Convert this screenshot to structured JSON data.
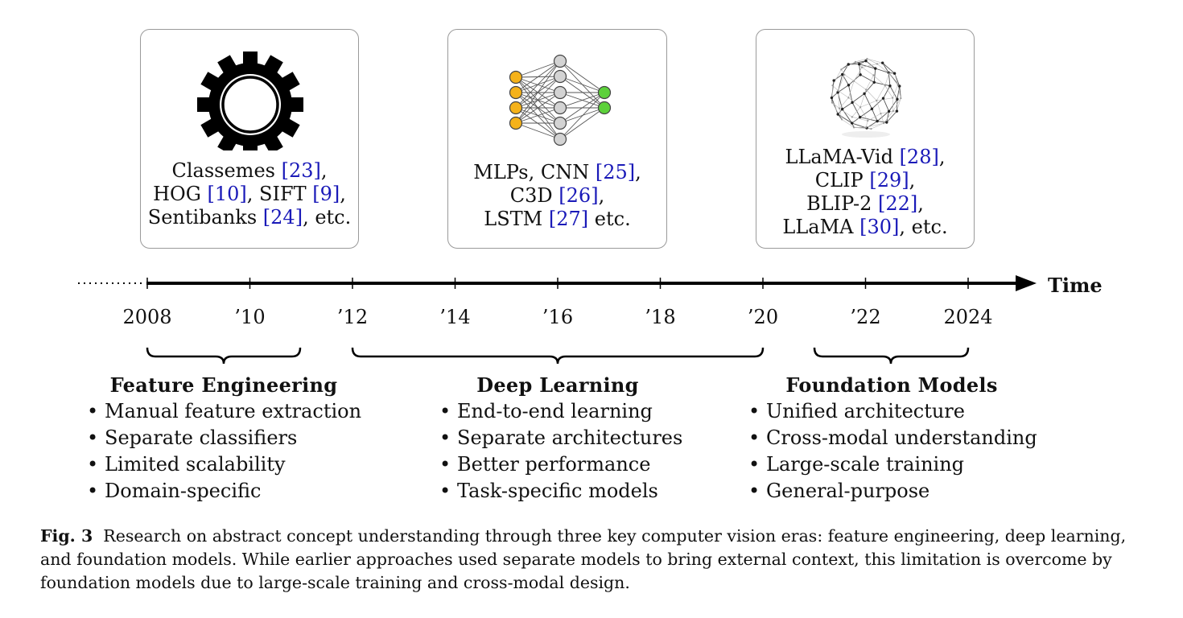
{
  "boxes": [
    {
      "icon": "gear-icon",
      "lines": [
        [
          {
            "t": "Classemes "
          },
          {
            "t": "[23]",
            "ref": true
          },
          {
            "t": ","
          }
        ],
        [
          {
            "t": "HOG "
          },
          {
            "t": "[10]",
            "ref": true
          },
          {
            "t": ", SIFT "
          },
          {
            "t": "[9]",
            "ref": true
          },
          {
            "t": ","
          }
        ],
        [
          {
            "t": "Sentibanks "
          },
          {
            "t": "[24]",
            "ref": true
          },
          {
            "t": ", etc."
          }
        ]
      ]
    },
    {
      "icon": "neural-network-icon",
      "lines": [
        [
          {
            "t": "MLPs, CNN "
          },
          {
            "t": "[25]",
            "ref": true
          },
          {
            "t": ","
          }
        ],
        [
          {
            "t": "C3D "
          },
          {
            "t": "[26]",
            "ref": true
          },
          {
            "t": ","
          }
        ],
        [
          {
            "t": "LSTM "
          },
          {
            "t": "[27]",
            "ref": true
          },
          {
            "t": " etc."
          }
        ]
      ]
    },
    {
      "icon": "geodesic-sphere-icon",
      "lines": [
        [
          {
            "t": "LLaMA-Vid "
          },
          {
            "t": "[28]",
            "ref": true
          },
          {
            "t": ","
          }
        ],
        [
          {
            "t": "CLIP "
          },
          {
            "t": "[29]",
            "ref": true
          },
          {
            "t": ","
          }
        ],
        [
          {
            "t": "BLIP-2 "
          },
          {
            "t": "[22]",
            "ref": true
          },
          {
            "t": ","
          }
        ],
        [
          {
            "t": "LLaMA "
          },
          {
            "t": "[30]",
            "ref": true
          },
          {
            "t": ", etc."
          }
        ]
      ]
    }
  ],
  "timeline": {
    "axis_label": "Time",
    "ticks": [
      "2008",
      "’10",
      "’12",
      "’14",
      "’16",
      "’18",
      "’20",
      "’22",
      "2024"
    ]
  },
  "eras": [
    {
      "title": "Feature Engineering",
      "bullets": [
        "Manual feature extraction",
        "Separate classifiers",
        "Limited scalability",
        "Domain-specific"
      ]
    },
    {
      "title": "Deep Learning",
      "bullets": [
        "End-to-end learning",
        "Separate architectures",
        "Better performance",
        "Task-specific models"
      ]
    },
    {
      "title": "Foundation Models",
      "bullets": [
        "Unified architecture",
        "Cross-modal understanding",
        "Large-scale training",
        "General-purpose"
      ]
    }
  ],
  "caption": {
    "label": "Fig. 3",
    "text": "Research on abstract concept understanding through three key computer vision eras: feature engineering, deep learning, and foundation models. While earlier approaches used separate models to bring external context, this limitation is overcome by foundation models due to large-scale training and cross-modal design."
  },
  "colors": {
    "citation": "#1a1ab8",
    "nn_input": "#f5b21a",
    "nn_hidden": "#d3d3d3",
    "nn_output": "#5cd13a",
    "box_border": "#9a9a9a"
  }
}
